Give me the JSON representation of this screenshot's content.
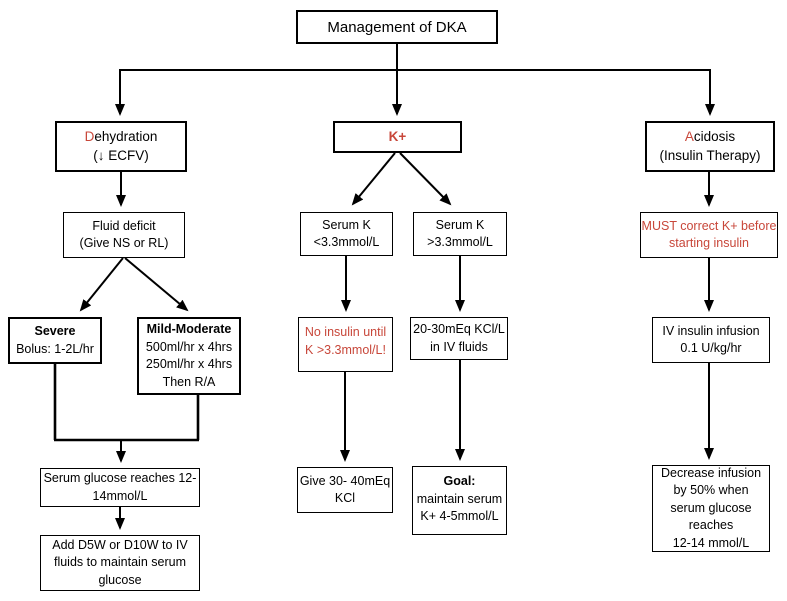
{
  "colors": {
    "accent_red": "#c8473a",
    "line_black": "#000000"
  },
  "title": {
    "text": "Management of DKA"
  },
  "branches": {
    "dehydration": {
      "accent": "D",
      "rest": "ehydration",
      "subtitle": "(↓ ECFV)"
    },
    "potassium": {
      "label": "K+"
    },
    "acidosis": {
      "accent": "A",
      "rest": "cidosis",
      "subtitle": "(Insulin Therapy)"
    }
  },
  "nodes": {
    "fluid_deficit": {
      "line1": "Fluid deficit",
      "line2": "(Give NS or RL)"
    },
    "serum_k_low": {
      "line1": "Serum K",
      "line2": "<3.3mmol/L"
    },
    "serum_k_high": {
      "line1": "Serum K",
      "line2": ">3.3mmol/L"
    },
    "must_correct_k": {
      "line1": "MUST correct K+ before",
      "line2": "starting insulin"
    },
    "severe": {
      "title": "Severe",
      "line2": "Bolus: 1-2L/hr"
    },
    "mild_moderate": {
      "title": "Mild-Moderate",
      "line2": "500ml/hr x 4hrs",
      "line3": "250ml/hr x 4hrs",
      "line4": "Then R/A"
    },
    "no_insulin": {
      "line1": "No insulin until",
      "line2": "K >3.3mmol/L!"
    },
    "kcl_in_iv": {
      "line1": "20-30mEq KCl/L",
      "line2": "in IV fluids"
    },
    "iv_insulin": {
      "line1": "IV insulin infusion",
      "line2": "0.1 U/kg/hr"
    },
    "serum_glucose": {
      "line1": "Serum glucose reaches 12-",
      "line2": "14mmol/L"
    },
    "add_dextrose": {
      "line1": "Add D5W or D10W to IV",
      "line2": "fluids to maintain serum",
      "line3": "glucose"
    },
    "give_kcl": {
      "line1": "Give 30- 40mEq",
      "line2": "KCl"
    },
    "goal": {
      "title": "Goal:",
      "line2": "maintain serum",
      "line3": "K+ 4-5mmol/L"
    },
    "decrease_infusion": {
      "line1": "Decrease infusion",
      "line2": "by 50% when",
      "line3": "serum glucose",
      "line4": "reaches",
      "line5": "12-14 mmol/L"
    }
  }
}
